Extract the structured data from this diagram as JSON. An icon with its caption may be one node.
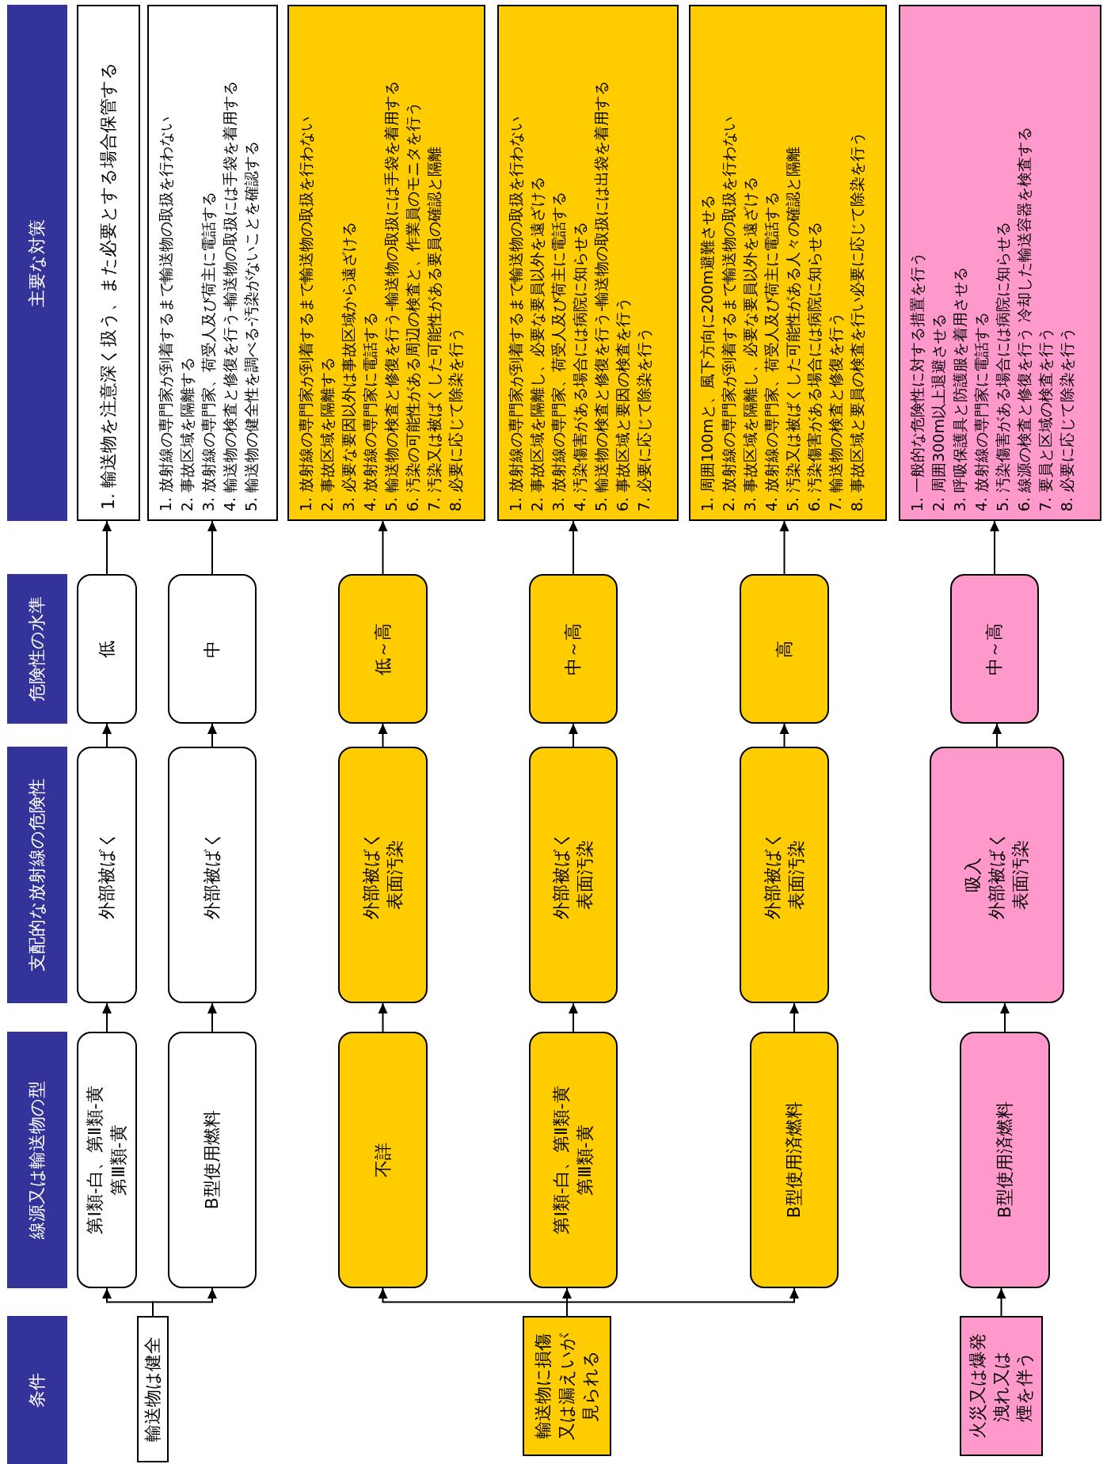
{
  "diagram": {
    "nodes": [
      {
        "text": [
          "条件"
        ]
      },
      {
        "text": [
          "線源又は輸送物の型"
        ]
      },
      {
        "text": [
          "支配的な放射線の危険性"
        ]
      },
      {
        "text": [
          "危険性の水準"
        ]
      },
      {
        "text": [
          "主要な対策"
        ]
      },
      {
        "text": [
          "輸送物は健全"
        ]
      },
      {
        "text": [
          "第Ⅰ類-白、第Ⅱ類-黄第Ⅲ類-黄"
        ]
      },
      {
        "text": [
          "外部被ばく"
        ]
      },
      {
        "text": [
          "低"
        ]
      },
      {
        "text": [
          "1. 輸送物を注意深く扱う、また必要とする場合保管する"
        ]
      },
      {
        "text": [
          "B型使用燃料"
        ]
      },
      {
        "text": [
          "外部被ばく"
        ]
      },
      {
        "text": [
          "中"
        ]
      },
      {
        "text": [
          "1. 放射線の専門家が到着するまで輸送物の取扱を行わない",
          "2. 事故区域を隔離する",
          "3. 放射線の専門家、荷受人及び荷主に電話する",
          "4. 輸送物の検査と修復を行う-輸送物の取扱には手袋を着用する",
          "5. 輸送物の健全性を調べる-汚染がないことを確認する"
        ]
      },
      {
        "text": [
          "輸送物に損傷又は漏えいが見られる"
        ]
      },
      {
        "text": [
          "不詳"
        ]
      },
      {
        "text": [
          "外部被ばく表面汚染"
        ]
      },
      {
        "text": [
          "低～高"
        ]
      },
      {
        "text": [
          "1. 放射線の専門家が到着するまで輸送物の取扱を行わない",
          "2. 事故区域を隔離する",
          "3. 必要な要因以外は事故区域から遠ざける",
          "4. 放射線の専門家に電話する",
          "5. 輸送物の検査と修復を行う-輸送物の取扱には手袋を着用する",
          "6. 汚染の可能性がある周辺の検査と、作業員のモニタを行う",
          "7. 汚染又は被ばくした可能性がある要員の確認と隔離",
          "8. 必要に応じて除染を行う"
        ]
      },
      {
        "text": [
          "第Ⅰ類-白、第Ⅱ類-黄第Ⅲ類-黄"
        ]
      },
      {
        "text": [
          "外部被ばく表面汚染"
        ]
      },
      {
        "text": [
          "中～高"
        ]
      },
      {
        "text": [
          "1. 放射線の専門家が到着するまで輸送物の取扱を行わない",
          "2. 事故区域を隔離し、必要な要員以外を遠ざける",
          "3. 放射線の専門家、荷受人及び荷主に電話する",
          "4. 汚染傷害がある場合には病院に知らせる",
          "5. 輸送物の検査と修復を行う-輸送物の取扱には出袋を着用する",
          "6. 事故区域と要因の検査を行う",
          "7. 必要に応じて除染を行う"
        ]
      },
      {
        "text": [
          "B型使用済燃料"
        ]
      },
      {
        "text": [
          "外部被ばく表面汚染"
        ]
      },
      {
        "text": [
          "高"
        ]
      },
      {
        "text": [
          "1. 周囲100mと、風下方向に200m避難させる",
          "2. 放射線の専門家が到着するまで輸送物の取扱を行わない",
          "3. 事故区域を隔離し、必要な要員以外を遠ざける",
          "4. 放射線の専門家、荷受人及び荷主に電話する",
          "5. 汚染又は被ばくした可能性がある人々の確認と隔離",
          "6. 汚染傷害がある場合には病院に知らせる",
          "7. 輸送物の検査と修復を行う",
          "8. 事故区域と要員の検査を行い必要に応じて除染を行う"
        ]
      },
      {
        "text": [
          "火災又は爆発洩れ又は煙を伴う"
        ]
      },
      {
        "text": [
          "B型使用済燃料"
        ]
      },
      {
        "text": [
          "吸入外部被ばく表面汚染"
        ]
      },
      {
        "text": [
          "中～高"
        ]
      },
      {
        "text": [
          "1. 一般的な危険性に対する措置を行う",
          "2. 周囲300m以上退避させる",
          "3. 呼吸保護具と防護服を着用させる",
          "4. 放射線の専門家に電話する",
          "5. 汚染傷害がある場合には病院に知らせる",
          "6. 線源の検査と修復を行う 冷却した輸送容器を検査する",
          "7. 要員と区域の検査を行う",
          "8. 必要に応じて除染を行う"
        ]
      }
    ],
    "edges": [
      {
        "from": 5,
        "to": 6,
        "arrow": "to"
      },
      {
        "from": 5,
        "to": 10,
        "arrow": "to"
      },
      {
        "from": 6,
        "to": 7,
        "arrow": "to"
      },
      {
        "from": 7,
        "to": 8,
        "arrow": "to"
      },
      {
        "from": 8,
        "to": 9,
        "arrow": "to"
      },
      {
        "from": 10,
        "to": 11,
        "arrow": "to"
      },
      {
        "from": 11,
        "to": 12,
        "arrow": "to"
      },
      {
        "from": 12,
        "to": 13,
        "arrow": "to"
      },
      {
        "from": 14,
        "to": 15,
        "arrow": "to"
      },
      {
        "from": 14,
        "to": 19,
        "arrow": "to"
      },
      {
        "from": 14,
        "to": 23,
        "arrow": "to"
      },
      {
        "from": 15,
        "to": 16,
        "arrow": "to"
      },
      {
        "from": 16,
        "to": 17,
        "arrow": "to"
      },
      {
        "from": 17,
        "to": 18,
        "arrow": "to"
      },
      {
        "from": 19,
        "to": 20,
        "arrow": "to"
      },
      {
        "from": 20,
        "to": 21,
        "arrow": "to"
      },
      {
        "from": 21,
        "to": 22,
        "arrow": "to"
      },
      {
        "from": 23,
        "to": 24,
        "arrow": "to"
      },
      {
        "from": 24,
        "to": 25,
        "arrow": "to"
      },
      {
        "from": 25,
        "to": 26,
        "arrow": "to"
      },
      {
        "from": 27,
        "to": 28,
        "arrow": "to"
      },
      {
        "from": 28,
        "to": 29,
        "arrow": "to"
      },
      {
        "from": 29,
        "to": 30,
        "arrow": "to"
      },
      {
        "from": 30,
        "to": 31,
        "arrow": "to"
      }
    ]
  }
}
